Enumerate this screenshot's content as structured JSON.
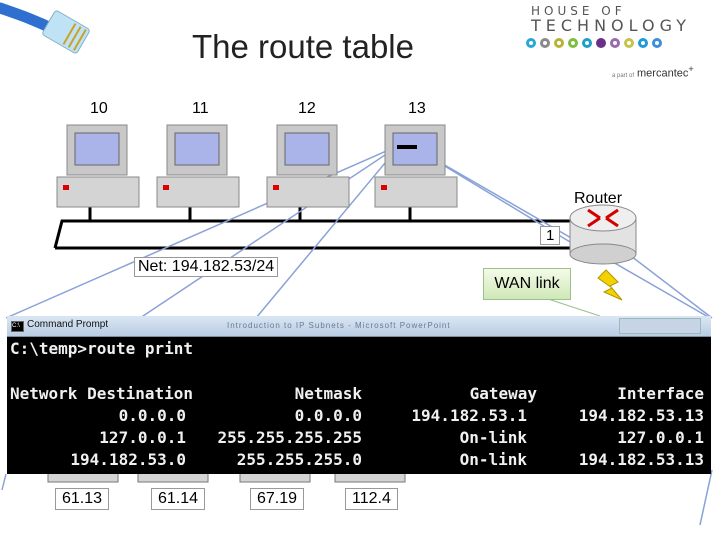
{
  "title": "The route table",
  "logo": {
    "line1": "HOUSE OF",
    "line2": "TECHNOLOGY",
    "sub": "a part of",
    "brand": "mercantec",
    "plus": "+"
  },
  "dot_colors": [
    "#2aa7d8",
    "#8a8a8a",
    "#b8b23a",
    "#7cbf3a",
    "#1f9fc8",
    "#6a2f8a",
    "#9a6ab0",
    "#c4c44a",
    "#1e9ad6",
    "#3c8fd8"
  ],
  "pcs": [
    "10",
    "11",
    "12",
    "13"
  ],
  "net_label": "Net: 194.182.53/24",
  "router": {
    "label": "Router",
    "port": "1"
  },
  "wan_label": "WAN link",
  "cmd": {
    "window_title": "Command Prompt",
    "blurred_text": "Introduction to IP Subnets - Microsoft PowerPoint",
    "prompt": "C:\\temp>route print",
    "headers": [
      "Network Destination",
      "Netmask",
      "Gateway",
      "Interface"
    ],
    "rows": [
      [
        "0.0.0.0",
        "0.0.0.0",
        "194.182.53.1",
        "194.182.53.13"
      ],
      [
        "127.0.0.1",
        "255.255.255.255",
        "On-link",
        "127.0.0.1"
      ],
      [
        "194.182.53.0",
        "255.255.255.0",
        "On-link",
        "194.182.53.13"
      ]
    ]
  },
  "hosts": [
    "61.13",
    "61.14",
    "67.19",
    "112.4"
  ]
}
